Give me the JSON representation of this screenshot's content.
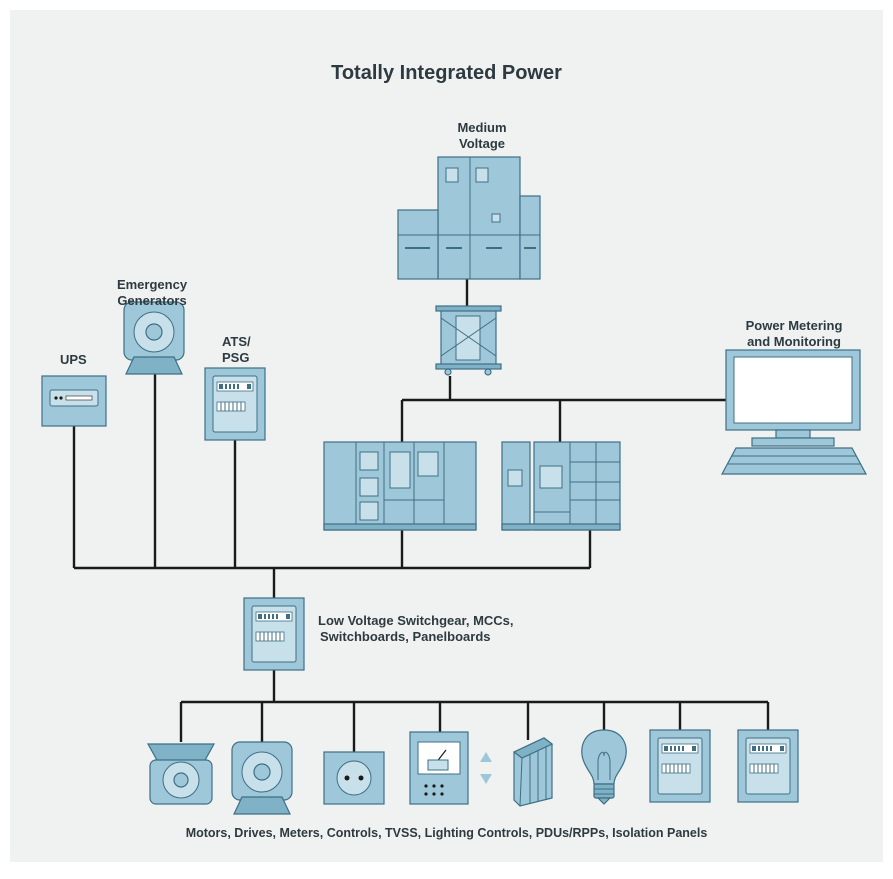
{
  "title": "Totally Integrated Power",
  "labels": {
    "medium_voltage": [
      "Medium",
      "Voltage"
    ],
    "emergency_generators": [
      "Emergency",
      "Generators"
    ],
    "ats_psg": [
      "ATS/",
      "PSG"
    ],
    "ups": "UPS",
    "power_metering": [
      "Power Metering",
      "and Monitoring"
    ],
    "low_voltage": [
      "Low Voltage Switchgear, MCCs,",
      "Switchboards, Panelboards"
    ],
    "loads": "Motors, Drives, Meters, Controls, TVSS, Lighting Controls, PDUs/RPPs, Isolation Panels"
  },
  "colors": {
    "background": "#f0f2f2",
    "equipment_fill": "#9ec7d9",
    "equipment_stroke": "#3e6f84",
    "line": "#1a1a1a",
    "text": "#2d3a40"
  },
  "icons": [
    "medium-voltage-switchgear-icon",
    "transformer-icon",
    "ups-icon",
    "generator-icon",
    "ats-panel-icon",
    "computer-monitor-icon",
    "switchgear-lineup-icon",
    "mcc-lineup-icon",
    "panelboard-icon",
    "motor-icon",
    "outlet-icon",
    "meter-icon",
    "tvss-icon",
    "light-bulb-icon",
    "isolation-panel-icon"
  ]
}
